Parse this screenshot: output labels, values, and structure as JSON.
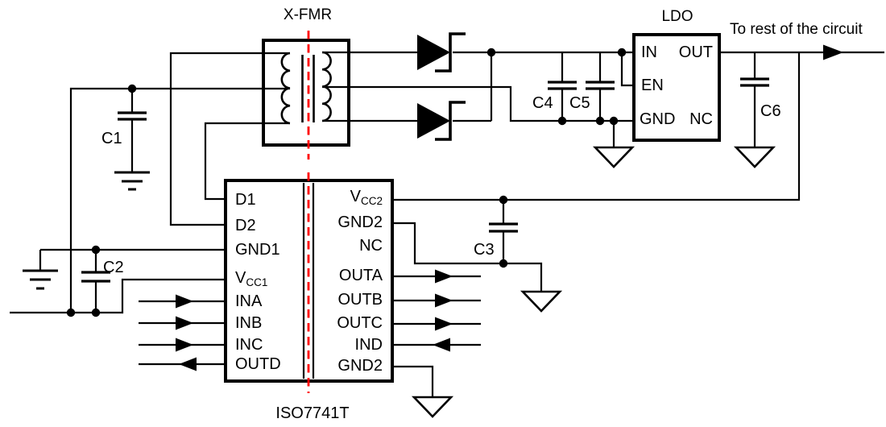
{
  "labels": {
    "transformer": "X-FMR",
    "ldo": "LDO",
    "isolator": "ISO7741T",
    "output_note": "To rest of the circuit"
  },
  "capacitors": {
    "c1": "C1",
    "c2": "C2",
    "c3": "C3",
    "c4": "C4",
    "c5": "C5",
    "c6": "C6"
  },
  "ldo_pins": {
    "in": "IN",
    "en": "EN",
    "gnd": "GND",
    "out": "OUT",
    "nc": "NC"
  },
  "isolator_pins": {
    "left": [
      {
        "label": "D1"
      },
      {
        "label": "D2"
      },
      {
        "label": "GND1"
      },
      {
        "label": "V",
        "sub": "CC1"
      },
      {
        "label": "INA"
      },
      {
        "label": "INB"
      },
      {
        "label": "INC"
      },
      {
        "label": "OUTD"
      }
    ],
    "right": [
      {
        "label": "V",
        "sub": "CC2"
      },
      {
        "label": "GND2"
      },
      {
        "label": "NC"
      },
      {
        "label": "OUTA"
      },
      {
        "label": "OUTB"
      },
      {
        "label": "OUTC"
      },
      {
        "label": "IND"
      },
      {
        "label": "GND2"
      }
    ]
  },
  "colors": {
    "wire": "#000000",
    "isolation_line": "#ff0000",
    "background": "#ffffff"
  },
  "symbols": [
    "transformer-coil-icon",
    "isolation-barrier-icon",
    "schottky-diode-icon",
    "capacitor-icon",
    "earth-ground-icon",
    "triangle-ground-icon",
    "junction-dot-icon",
    "signal-arrow-icon"
  ]
}
